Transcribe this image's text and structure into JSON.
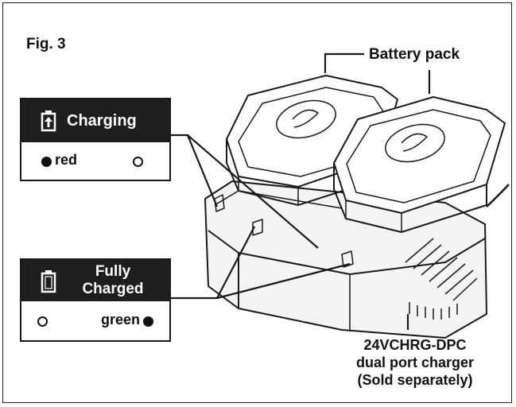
{
  "figure": {
    "label": "Fig. 3"
  },
  "callouts": {
    "battery_pack": "Battery pack",
    "charger_lines": [
      "24VCHRG-DPC",
      "dual port charger",
      "(Sold separately)"
    ]
  },
  "panels": {
    "charging": {
      "title": "Charging",
      "indicator_label": "red"
    },
    "fully_charged": {
      "title_lines": [
        "Fully",
        "Charged"
      ],
      "indicator_label": "green"
    }
  }
}
